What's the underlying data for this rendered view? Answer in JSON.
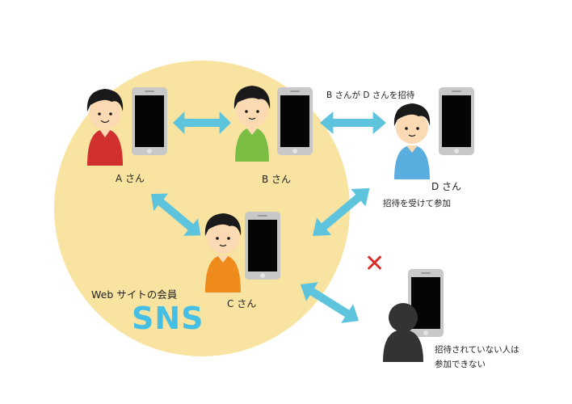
{
  "labels": {
    "a": "A さん",
    "b": "B さん",
    "c": "C さん",
    "d": "D さん",
    "invite": "B さんが D さんを招待",
    "joined": "招待を受けて参加",
    "members": "Web サイトの会員",
    "sns": "SNS",
    "blocked_line1": "招待されていない人は",
    "blocked_line2": "参加できない",
    "cross": "✕"
  },
  "colors": {
    "circle": "#f8e4a0",
    "arrow": "#5ec4dd",
    "phone_frame": "#c8c8c8",
    "phone_screen": "#050505",
    "hair": "#1a1a1a",
    "skin": "#fbd9b2",
    "a_shirt": "#d0302e",
    "b_shirt": "#7cbd43",
    "c_shirt": "#ef8a1c",
    "d_shirt": "#5aaedf",
    "silhouette": "#333333",
    "sns_text": "#45c0e4",
    "cross": "#d72d2d"
  },
  "icons": [
    "phone-icon",
    "person-icon",
    "silhouette-icon",
    "double-arrow-icon",
    "cross-icon"
  ]
}
